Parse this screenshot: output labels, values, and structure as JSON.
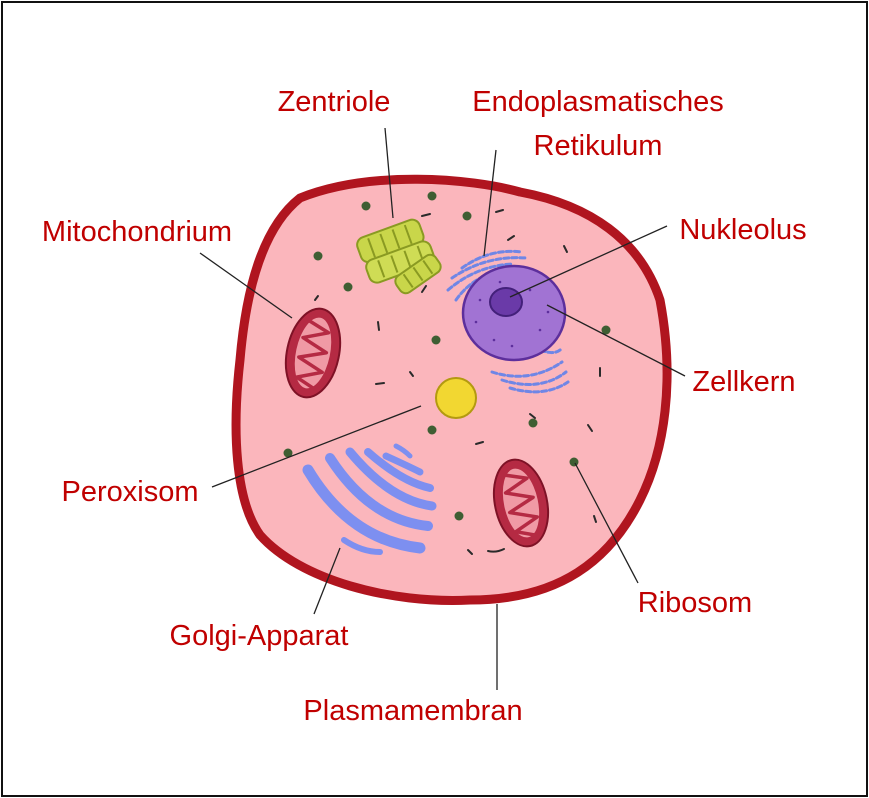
{
  "labels": {
    "zentriole": "Zentriole",
    "er_line1": "Endoplasmatisches",
    "er_line2": "Retikulum",
    "mitochondrium": "Mitochondrium",
    "nukleolus": "Nukleolus",
    "zellkern": "Zellkern",
    "peroxisom": "Peroxisom",
    "ribosom": "Ribosom",
    "golgi": "Golgi-Apparat",
    "plasmamembran": "Plasmamembran"
  },
  "colors": {
    "label_text": "#c00000",
    "membrane": "#b0151f",
    "cytoplasm": "#fbb6bc",
    "nucleus": "#a173d3",
    "nucleolus": "#6a3aa8",
    "er": "#6f86e6",
    "golgi": "#7d8ff0",
    "mitochondrion": "#b52a43",
    "centriole": "#c9d64a",
    "peroxisome": "#f2d731",
    "ribosome": "#3f5e33"
  }
}
